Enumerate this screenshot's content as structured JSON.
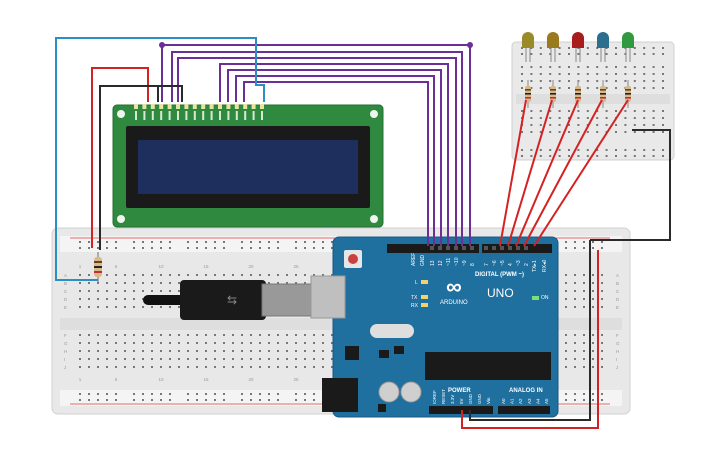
{
  "colors": {
    "background": "#ffffff",
    "breadboard": "#ebebeb",
    "arduino_board": "#1f6f9f",
    "lcd_pcb": "#2f8a3f",
    "lcd_screen": "#1e2f5e",
    "wire_purple": "#6b2f96",
    "wire_blue": "#2b8fc6",
    "wire_red": "#d42222",
    "wire_black": "#2a2a2a",
    "led_colors": [
      "#9a8a2a",
      "#9a7a1f",
      "#a81c1c",
      "#2b6f8f",
      "#2f9a3f"
    ]
  },
  "arduino": {
    "brand": "ARDUINO",
    "model": "UNO",
    "digital_label": "DIGITAL (PWM ~)",
    "power_label": "POWER",
    "analog_label": "ANALOG IN",
    "on_label": "ON",
    "l_label": "L",
    "tx_label": "TX",
    "rx_label": "RX",
    "aref_label": "AREF",
    "gnd_label": "GND",
    "txo_label": "TX▸1",
    "rxi_label": "RX◂0",
    "digital_pins": [
      "13",
      "12",
      "~11",
      "~10",
      "~9",
      "8",
      "7",
      "~6",
      "~5",
      "4",
      "~3",
      "2"
    ],
    "power_pins": [
      "IOREF",
      "RESET",
      "3.3V",
      "5V",
      "GND",
      "GND",
      "Vin"
    ],
    "analog_pins": [
      "A0",
      "A1",
      "A2",
      "A3",
      "A4",
      "A5"
    ]
  },
  "breadboard": {
    "row_letters_top": [
      "A",
      "B",
      "C",
      "D",
      "E"
    ],
    "row_letters_bottom": [
      "F",
      "G",
      "H",
      "I",
      "J"
    ],
    "column_numbers": [
      "1",
      "5",
      "10",
      "15",
      "20",
      "25"
    ]
  },
  "lcd": {
    "pin_count": 16
  },
  "leds": {
    "count": 5
  }
}
